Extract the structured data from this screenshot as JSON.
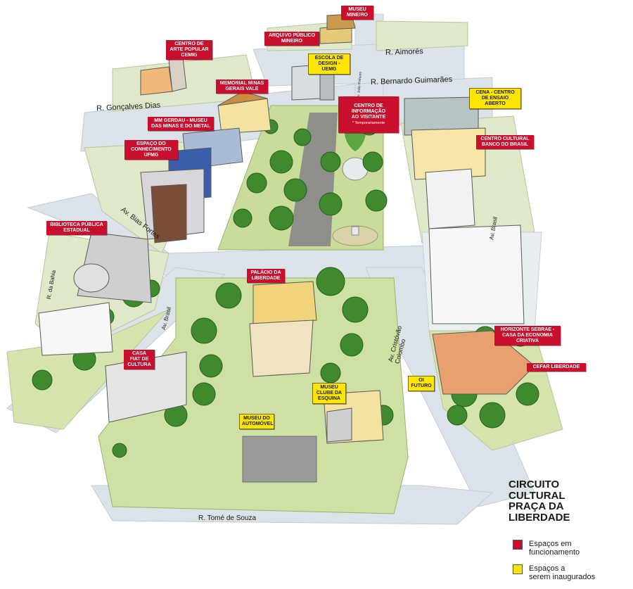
{
  "colors": {
    "red_tag": "#c8102e",
    "yellow_tag": "#ffe600",
    "road": "#dbe3e8",
    "grass": "#cfe0a5",
    "tree": "#3f8a2e",
    "plaza": "#9a9a9a"
  },
  "legend": {
    "title": "CIRCUITO\nCULTURAL\nPRAÇA DA\nLIBERDADE",
    "active_label": "Espaços em\nfuncionamento",
    "planned_label": "Espaços a\nserem inaugurados"
  },
  "streets": {
    "aimores": "R. Aimorés",
    "bernardo": "R. Bernardo Guimarães",
    "goncalves": "R. Gonçalves Dias",
    "bias": "Av. Bias Fortes",
    "bahia": "R. da Bahia",
    "brasil_left": "Av. Brasil",
    "brasil_right": "Av. Brasil",
    "joao_pinheiro": "Av. João Pinheiro",
    "cristovao": "Av. Cristóvão\nColombo",
    "tome": "R.  Tomé de Souza"
  },
  "labels": {
    "museu_mineiro": "MUSEU\nMINEIRO",
    "arquivo_publico": "ARQUIVO PÚBLICO\nMINEIRO",
    "escola_design": "ESCOLA DE\nDESIGN - UEMG",
    "centro_arte": "CENTRO DE\nARTE POPULAR\nCEMIG",
    "memorial": "MEMORIAL MINAS\nGERAIS VALE",
    "mm_gerdau": "MM GERDAU - MUSEU\nDAS MINAS E DO METAL",
    "espaco_conhecimento": "ESPAÇO DO\nCONHECIMENTO\nUFMG",
    "centro_info": "CENTRO DE INFORMAÇÃO\nAO VISITANTE",
    "centro_info_note": "* Temporariamente",
    "cena": "CENA - CENTRO\nDE ENSAIO ABERTO",
    "ccbb": "CENTRO CULTURAL\nBANCO DO BRASIL",
    "biblioteca": "BIBLIOTECA PÚBLICA\nESTADUAL",
    "palacio": "PALÁCIO DA\nLIBERDADE",
    "horizonte": "HORIZONTE SEBRAE -\nCASA DA ECONOMIA\nCRIATIVA",
    "cefar": "CEFAR LIBERDADE",
    "oi_futuro": "OI\nFUTURO",
    "casa_fiat": "CASA\nFIAT DE\nCULTURA",
    "museu_clube": "MUSEU\nCLUBE DA\nESQUINA",
    "museu_automovel": "MUSEU DO\nAUTOMÓVEL"
  }
}
